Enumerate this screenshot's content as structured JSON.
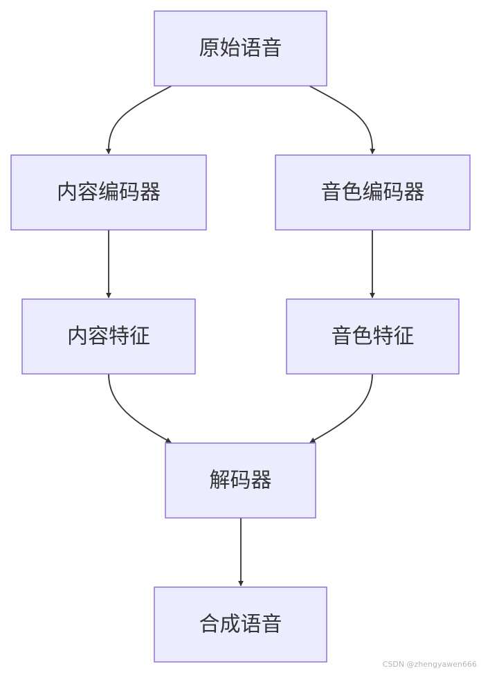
{
  "nodes": {
    "source_speech": "原始语音",
    "content_encoder": "内容编码器",
    "timbre_encoder": "音色编码器",
    "content_features": "内容特征",
    "timbre_features": "音色特征",
    "decoder": "解码器",
    "synthesized_speech": "合成语音"
  },
  "edges": [
    {
      "from": "source_speech",
      "to": "content_encoder"
    },
    {
      "from": "source_speech",
      "to": "timbre_encoder"
    },
    {
      "from": "content_encoder",
      "to": "content_features"
    },
    {
      "from": "timbre_encoder",
      "to": "timbre_features"
    },
    {
      "from": "content_features",
      "to": "decoder"
    },
    {
      "from": "timbre_features",
      "to": "decoder"
    },
    {
      "from": "decoder",
      "to": "synthesized_speech"
    }
  ],
  "colors": {
    "node_fill": "#ECECFF",
    "node_border": "#9370DB",
    "edge": "#333333",
    "text": "#333333"
  },
  "watermark": "CSDN @zhengyawen666"
}
